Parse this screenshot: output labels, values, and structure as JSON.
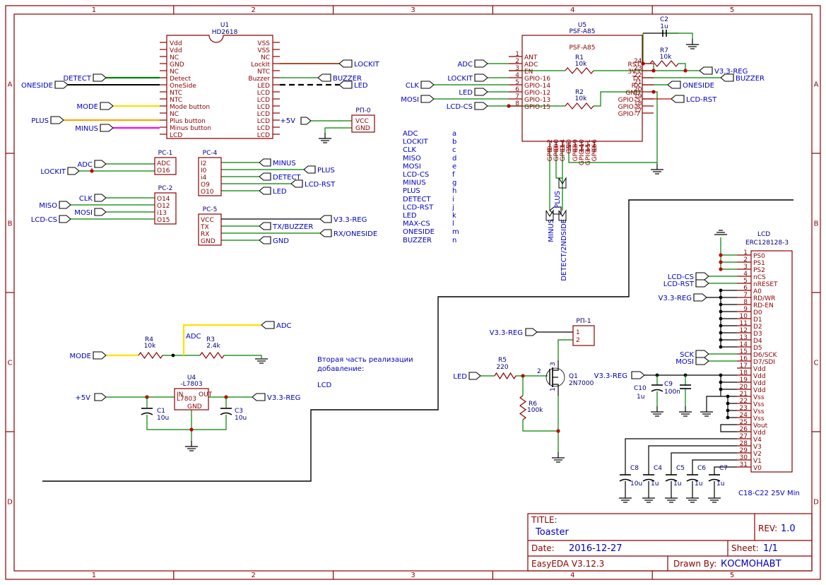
{
  "frame": {
    "cols": [
      "1",
      "2",
      "3",
      "4",
      "5"
    ],
    "rows": [
      "A",
      "B",
      "C",
      "D"
    ]
  },
  "u1": {
    "ref": "U1",
    "value": "HD2618",
    "left_pins": [
      "Vdd",
      "Vdd",
      "NC",
      "GND",
      "NC",
      "Detect",
      "OneSide",
      "NTC",
      "NTC",
      "Mode button",
      "NC",
      "Plus button",
      "Minus button",
      "LCD"
    ],
    "right_pins": [
      "VSS",
      "VSS",
      "NC",
      "LockIt",
      "NTC",
      "Buzzer",
      "LED",
      "LCD",
      "LCD",
      "LCD",
      "LCD",
      "LCD",
      "LCD",
      "LCD"
    ],
    "nets": {
      "detect": "DETECT",
      "oneside": "ONESIDE",
      "mode": "MODE",
      "plus": "PLUS",
      "minus": "MINUS",
      "lockit": "LOCKIT",
      "buzzer": "BUZZER",
      "led": "LED"
    }
  },
  "rp0": {
    "ref": "РП-0",
    "pins": [
      "VCC",
      "GND"
    ],
    "net": "+5V"
  },
  "u5": {
    "ref": "U5",
    "value": "PSF-A85",
    "title": "PSF-A85",
    "left_nums": [
      "1",
      "2",
      "3",
      "4",
      "5",
      "6",
      "7",
      "8"
    ],
    "left_pins": [
      "ANT",
      "ADC",
      "EN",
      "GPIO-16",
      "GPIO-14",
      "GPIO-12",
      "GPIO-13",
      "GPIO-15"
    ],
    "right_nums": [
      "24",
      "23",
      "22",
      "21",
      "20",
      "19",
      "18",
      "17"
    ],
    "right_pins": [
      "RST",
      "3V3",
      "TX",
      "RX",
      "GND",
      "GPIO-5",
      "GPIO-8",
      "GPIO-7"
    ],
    "bottom_nums": [
      "9",
      "10",
      "11",
      "12",
      "13",
      "14",
      "15",
      "16"
    ],
    "bottom_pins": [
      "GPIO-2",
      "GPIO-0",
      "GPIO-4",
      "GND",
      "GPIO-9",
      "GPIO-10",
      "GPIO-11",
      "GPIO-6"
    ],
    "nets_left": [
      "ADC",
      "LOCKIT",
      "CLK",
      "LED",
      "MOSI",
      "LCD-CS"
    ],
    "nets_right": [
      "V3.3-REG",
      "BUZZER",
      "ONESIDE",
      "LCD-RST"
    ],
    "nets_bottom": [
      "MINUS",
      "PLUS",
      "DETECT/2NDSIDE"
    ]
  },
  "r1": {
    "ref": "R1",
    "value": "10k"
  },
  "r2": {
    "ref": "R2",
    "value": "10k"
  },
  "r7": {
    "ref": "R7",
    "value": "10k"
  },
  "c2": {
    "ref": "C2",
    "value": "1u"
  },
  "legend": {
    "names": [
      "ADC",
      "LOCKIT",
      "CLK",
      "MISO",
      "MOSI",
      "LCD-CS",
      "MINUS",
      "PLUS",
      "DETECT",
      "LCD-RST",
      "LED",
      "MAX-CS",
      "ONESIDE",
      "BUZZER"
    ],
    "letters": [
      "a",
      "b",
      "c",
      "d",
      "e",
      "f",
      "g",
      "h",
      "i",
      "j",
      "k",
      "l",
      "m",
      "n"
    ]
  },
  "pc1": {
    "ref": "PC-1",
    "pins": [
      "ADC",
      "O16"
    ],
    "nets": [
      "ADC",
      "LOCKIT"
    ]
  },
  "pc2": {
    "ref": "PC-2",
    "pins": [
      "O14",
      "O12",
      "i13",
      "O15"
    ],
    "nets": [
      "CLK",
      "MISO",
      "MOSI",
      "LCD-CS"
    ]
  },
  "pc4": {
    "ref": "PC-4",
    "pins": [
      "I2",
      "I0",
      "i4",
      "O9",
      "O10"
    ],
    "nets": [
      "MINUS",
      "PLUS",
      "DETECT",
      "LCD-RST",
      "LED"
    ]
  },
  "pc5": {
    "ref": "PC-5",
    "pins": [
      "VCC",
      "TX",
      "RX",
      "GND"
    ],
    "nets": [
      "V3.3-REG",
      "TX/BUZZER",
      "RX/ONESIDE",
      "GND"
    ]
  },
  "divider": {
    "nets": [
      "MODE",
      "ADC"
    ],
    "adc_label": "ADC",
    "r4": {
      "ref": "R4",
      "value": "10k"
    },
    "r3": {
      "ref": "R3",
      "value": "2.4k"
    }
  },
  "regulator": {
    "ref": "U4",
    "value": "-L7803",
    "body_in": "IN",
    "body_out": "OUT",
    "body_gnd": "GND",
    "body_name": "L7803",
    "in_net": "+5V",
    "out_net": "V3.3-REG",
    "c1": {
      "ref": "C1",
      "value": "10u"
    },
    "c3": {
      "ref": "C3",
      "value": "10u"
    }
  },
  "note": {
    "line1": "Вторая часть реализации",
    "line2": "добавление:",
    "line3": "LCD"
  },
  "rp1": {
    "ref": "РП-1",
    "pins": [
      "1",
      "2"
    ],
    "net": "V3.3-REG"
  },
  "led_driver": {
    "net": "LED",
    "r5": {
      "ref": "R5",
      "value": "220"
    },
    "r6": {
      "ref": "R6",
      "value": "100k"
    },
    "q1": {
      "ref": "Q1",
      "value": "2N7000"
    },
    "pin_g": "2",
    "pin_d": "3",
    "pin_s": "1"
  },
  "lcd": {
    "ref": "LCD",
    "value": "ERC128128-3",
    "nums": [
      "1",
      "2",
      "3",
      "4",
      "5",
      "6",
      "7",
      "8",
      "9",
      "10",
      "11",
      "12",
      "13",
      "14",
      "15",
      "16",
      "17",
      "18",
      "19",
      "20",
      "21",
      "22",
      "23",
      "24",
      "25",
      "26",
      "27",
      "28",
      "29",
      "30",
      "31"
    ],
    "pins": [
      "PS0",
      "PS1",
      "PS2",
      "nCS",
      "nRESET",
      "A0",
      "RD/WR",
      "RD-EN",
      "D0",
      "D1",
      "D2",
      "D3",
      "D4",
      "D5",
      "D6/SCK",
      "D7/SDI",
      "Vdd",
      "Vdd",
      "Vdd",
      "Vdd",
      "Vss",
      "Vss",
      "Vss",
      "Vss",
      "Vout",
      "Vdd",
      "V4",
      "V3",
      "V2",
      "V1",
      "V0"
    ],
    "nets": [
      "LCD-CS",
      "LCD-RST",
      "V3.3-REG",
      "SCK",
      "MOSI",
      "V3.3-REG"
    ],
    "c10": {
      "ref": "C10",
      "value": "1u"
    },
    "c9": {
      "ref": "C9",
      "value": "100n"
    },
    "caps": [
      {
        "ref": "C8",
        "value": "10u"
      },
      {
        "ref": "C4",
        "value": "1u"
      },
      {
        "ref": "C5",
        "value": "1u"
      },
      {
        "ref": "C6",
        "value": "1u"
      },
      {
        "ref": "C7",
        "value": "1u"
      }
    ],
    "caption": "C18-C22 25V Min"
  },
  "title_block": {
    "title_label": "TITLE:",
    "title": "Toaster",
    "rev_label": "REV:",
    "rev": "1.0",
    "date_label": "Date:",
    "date": "2016-12-27",
    "sheet_label": "Sheet:",
    "sheet": "1/1",
    "tool": "EasyEDA V3.12.3",
    "drawn_label": "Drawn By:",
    "drawn_by": "КОСМОНАВТ"
  },
  "colors": {
    "wire": "#008000",
    "part": "#8B0000",
    "net": "#0000C0",
    "yellow": "#FFE000",
    "black": "#000000"
  }
}
